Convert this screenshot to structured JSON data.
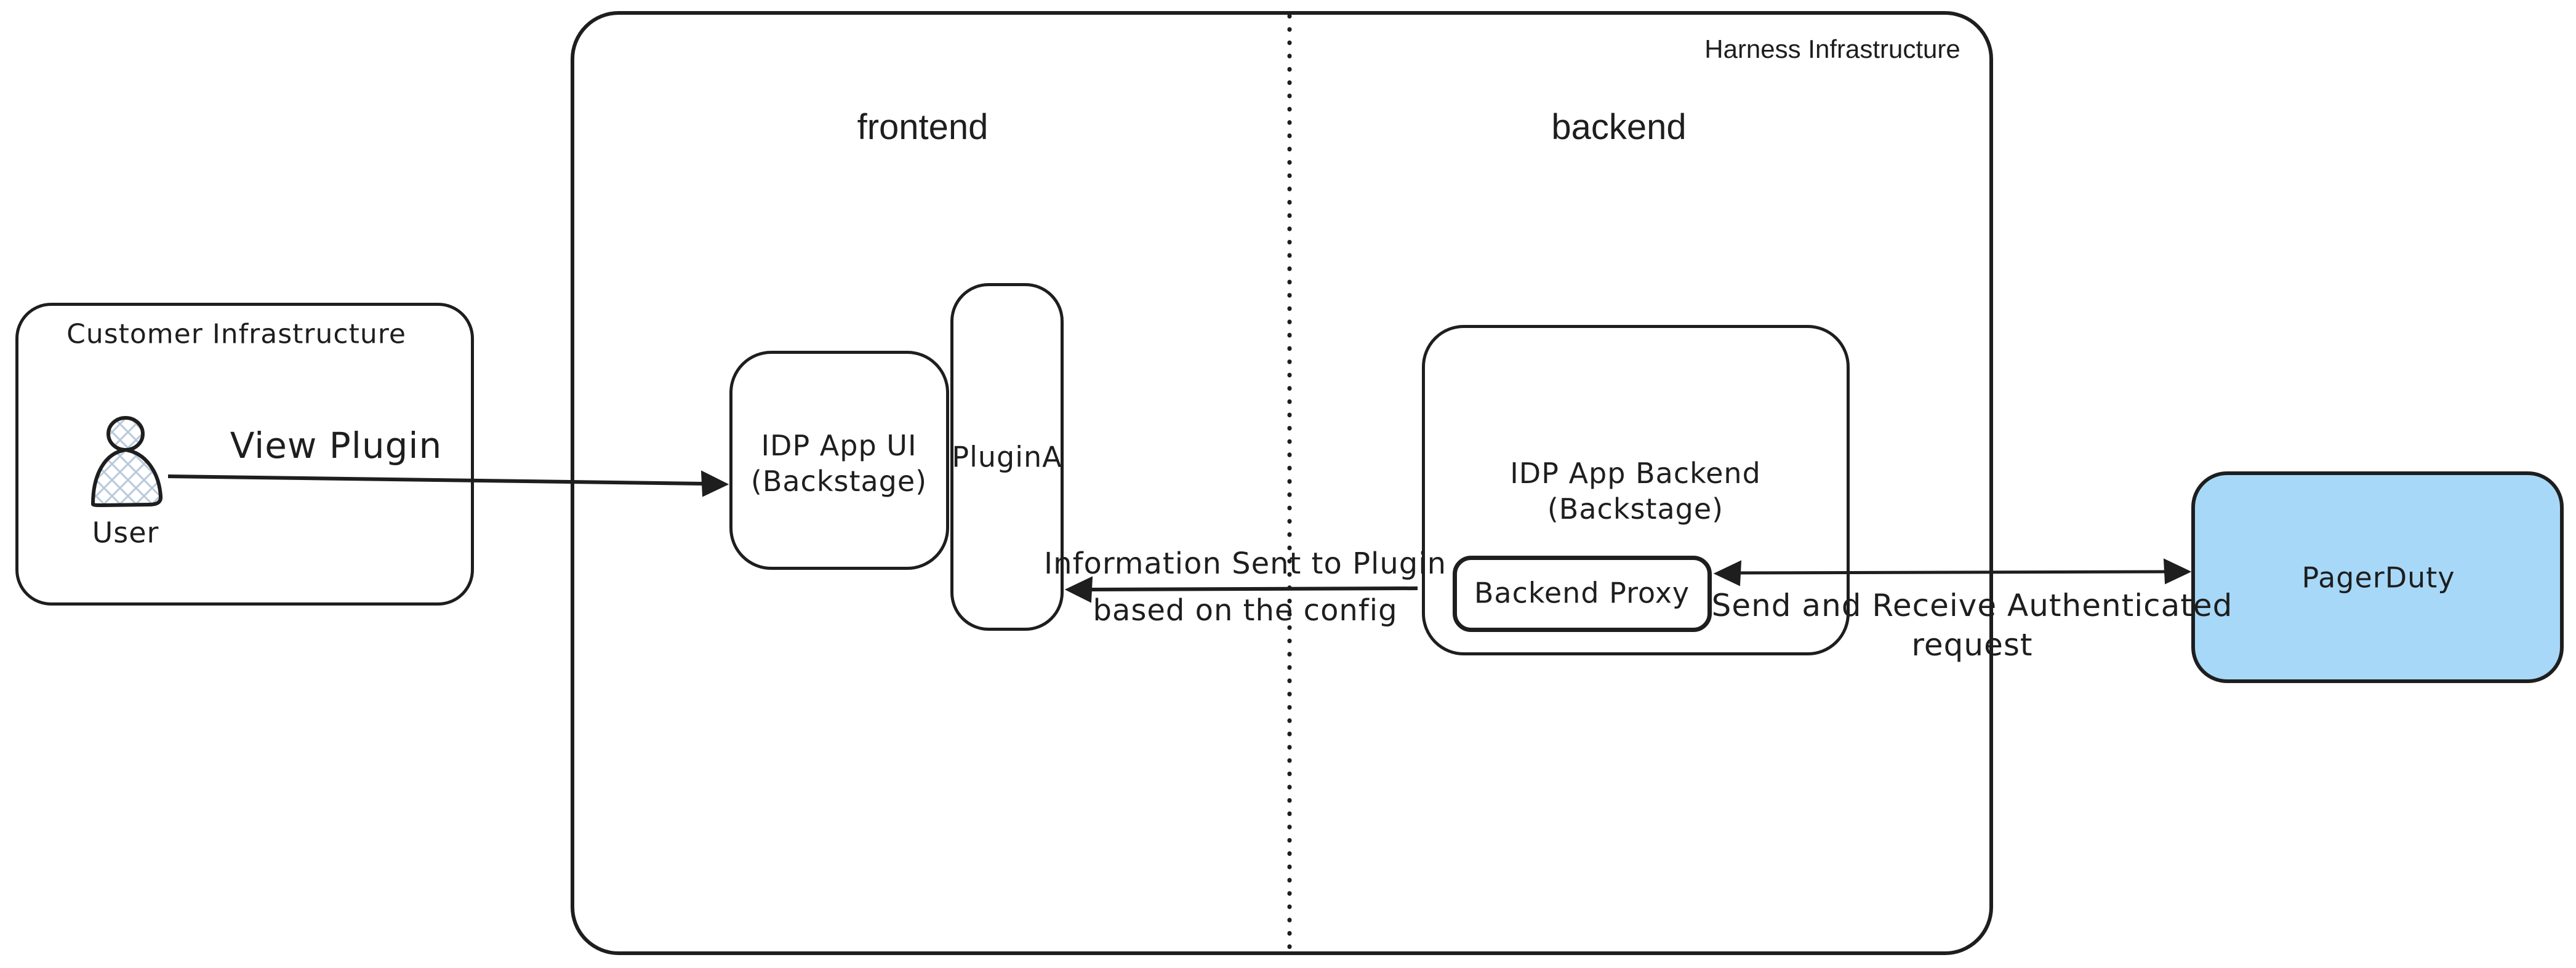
{
  "diagram": {
    "harness": {
      "label": "Harness Infrastructure"
    },
    "sections": {
      "frontend": "frontend",
      "backend": "backend"
    },
    "customer": {
      "label": "Customer Infrastructure",
      "user_label": "User"
    },
    "nodes": {
      "idp_app_ui": "IDP App UI\n(Backstage)",
      "plugin_a": "PluginA",
      "idp_app_backend": "IDP App Backend\n(Backstage)",
      "backend_proxy": "Backend Proxy",
      "pagerduty": "PagerDuty"
    },
    "edges": {
      "view_plugin": "View Plugin",
      "info_sent": "Information Sent to Plugin\nbased on the config",
      "send_receive": "Send and Receive Authenticated\nrequest"
    },
    "colors": {
      "stroke": "#1e1e1e",
      "text": "#1e1e1e",
      "pagerduty_fill": "#a7d8f8",
      "hatch": "#b9c9da",
      "background": "#ffffff"
    }
  }
}
